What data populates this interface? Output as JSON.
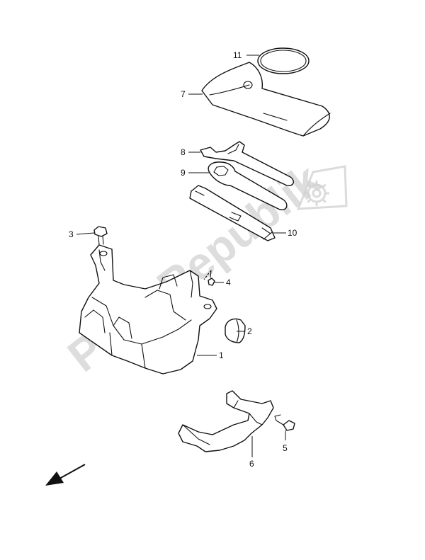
{
  "watermark": {
    "text": "PartsRepublik",
    "icon": "gear-icon"
  },
  "callouts": {
    "c1": "1",
    "c2": "2",
    "c3": "3",
    "c4": "4",
    "c5": "5",
    "c6": "6",
    "c7": "7",
    "c8": "8",
    "c9": "9",
    "c10": "10",
    "c11": "11"
  },
  "direction_arrow": {
    "icon": "arrow-down-left-icon"
  },
  "colors": {
    "line": "#111111",
    "watermark": "#d2d2d2",
    "background": "#ffffff"
  }
}
